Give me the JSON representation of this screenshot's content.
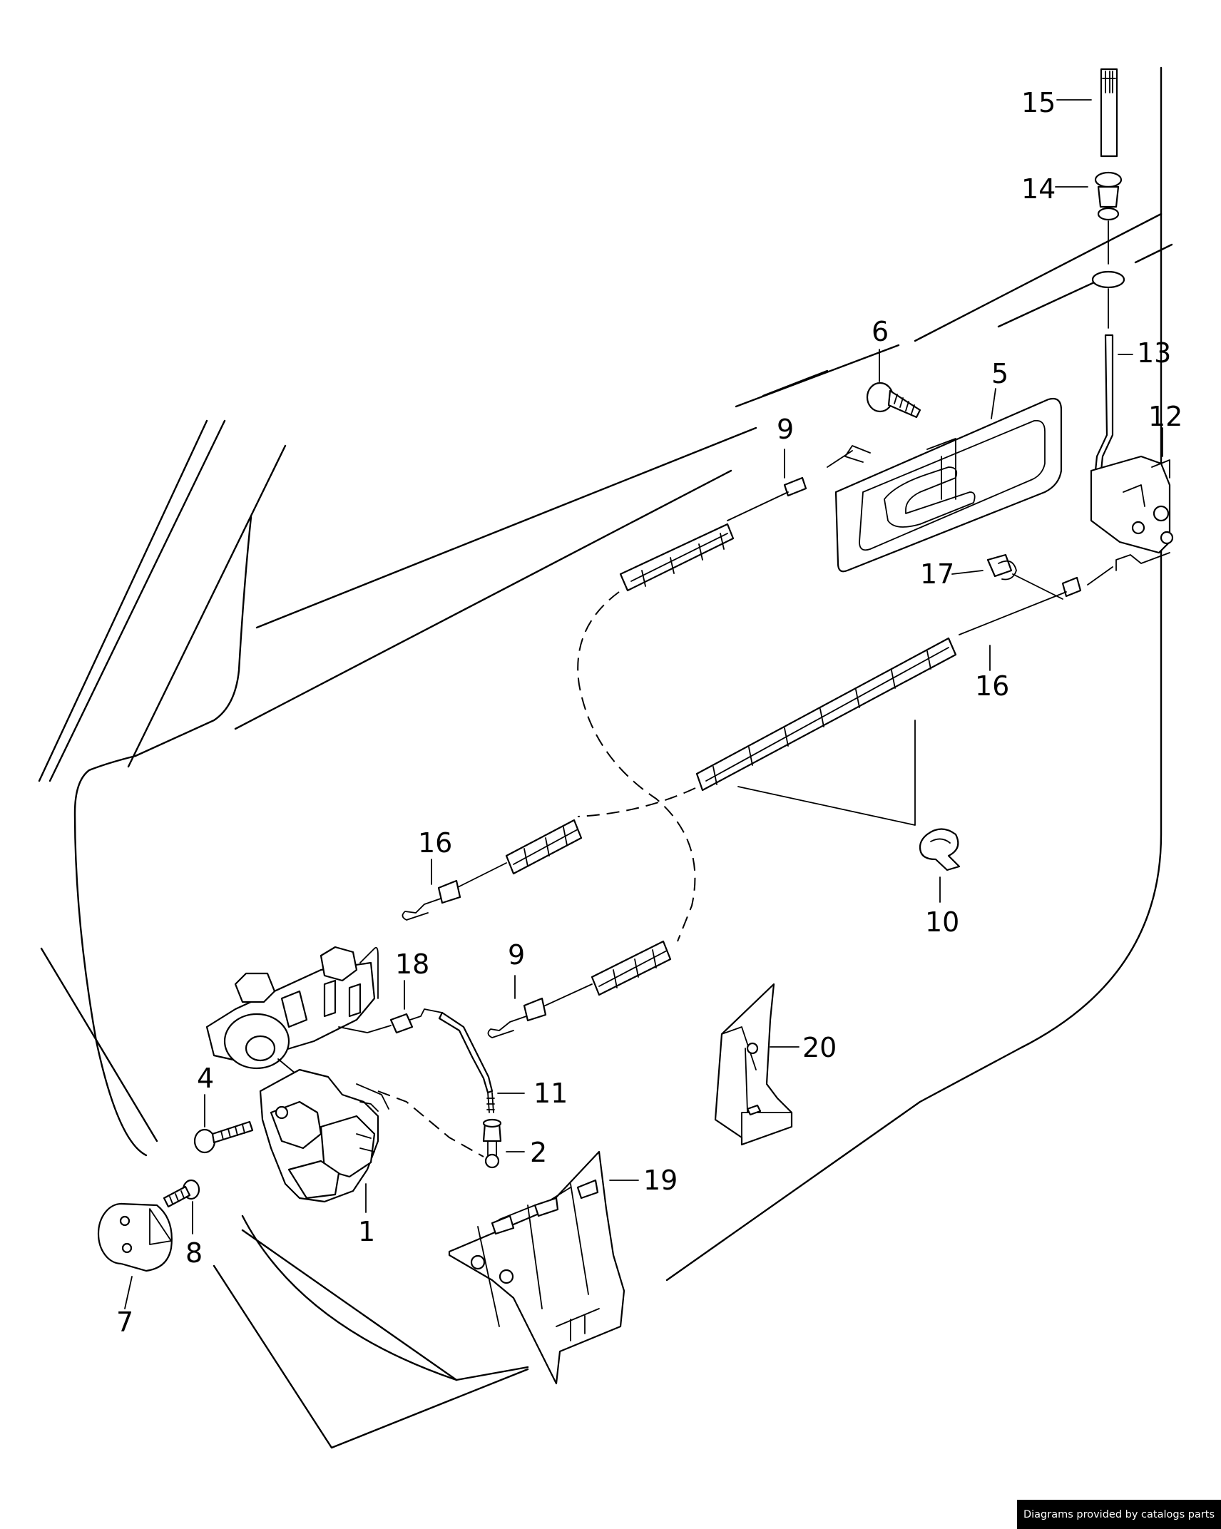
{
  "callouts": {
    "c1": "1",
    "c2": "2",
    "c4": "4",
    "c5": "5",
    "c6": "6",
    "c7": "7",
    "c8": "8",
    "c9a": "9",
    "c9b": "9",
    "c10": "10",
    "c11": "11",
    "c12": "12",
    "c13": "13",
    "c14": "14",
    "c15": "15",
    "c16a": "16",
    "c16b": "16",
    "c17": "17",
    "c18": "18",
    "c19": "19",
    "c20": "20"
  },
  "credit": "Diagrams provided by catalogs parts"
}
